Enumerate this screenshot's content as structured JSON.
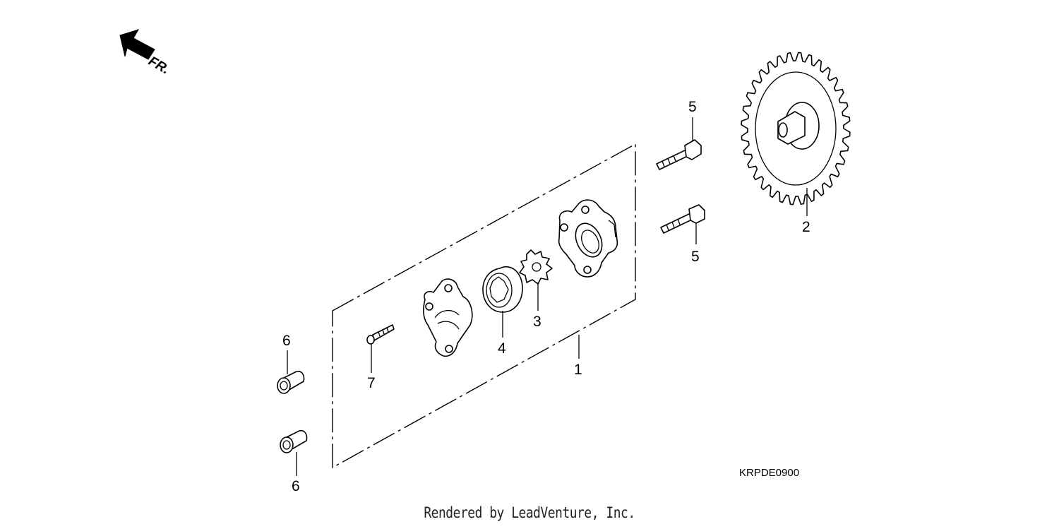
{
  "direction_indicator": {
    "label": "FR.",
    "icon": "arrow-up-left-icon"
  },
  "callouts": [
    {
      "id": "1",
      "label": "1"
    },
    {
      "id": "2",
      "label": "2"
    },
    {
      "id": "3",
      "label": "3"
    },
    {
      "id": "4",
      "label": "4"
    },
    {
      "id": "5a",
      "label": "5"
    },
    {
      "id": "5b",
      "label": "5"
    },
    {
      "id": "6a",
      "label": "6"
    },
    {
      "id": "6b",
      "label": "6"
    },
    {
      "id": "7",
      "label": "7"
    }
  ],
  "diagram_code": "KRPDE0900",
  "footer": {
    "credit": "Rendered by LeadVenture, Inc."
  }
}
